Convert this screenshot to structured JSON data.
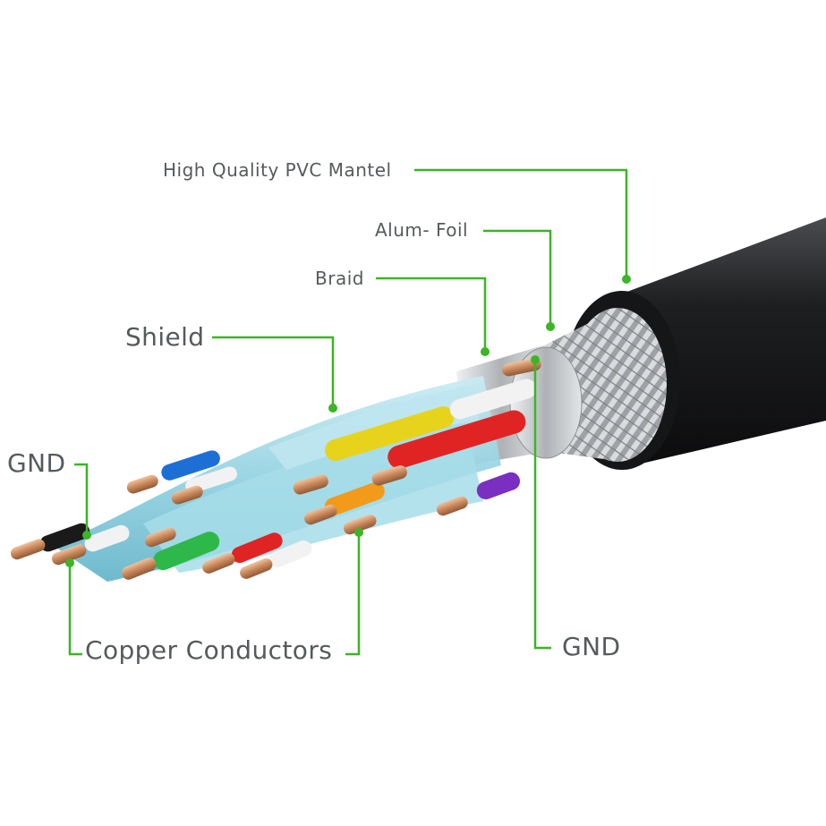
{
  "labels": {
    "pvc_mantel": "High Quality PVC Mantel",
    "alum_foil": "Alum- Foil",
    "braid": "Braid",
    "shield": "Shield",
    "gnd_left": "GND",
    "copper_conductors": "Copper Conductors",
    "gnd_right": "GND"
  },
  "colors": {
    "leader_line": "#3cb526",
    "label_text": "#555a5c",
    "jacket": "#1e1f21",
    "braid": "#b9bcbf",
    "foil": "#d7dadc",
    "shield_film": "#8fd0e0",
    "copper": "#c8865a",
    "wire_blue": "#1d6fd6",
    "wire_yellow": "#e8d31c",
    "wire_red": "#e02424",
    "wire_white": "#f2f2f2",
    "wire_orange": "#f29a1a",
    "wire_purple": "#7a2fc0",
    "wire_green": "#2fb84a",
    "wire_black": "#1a1a1a"
  }
}
